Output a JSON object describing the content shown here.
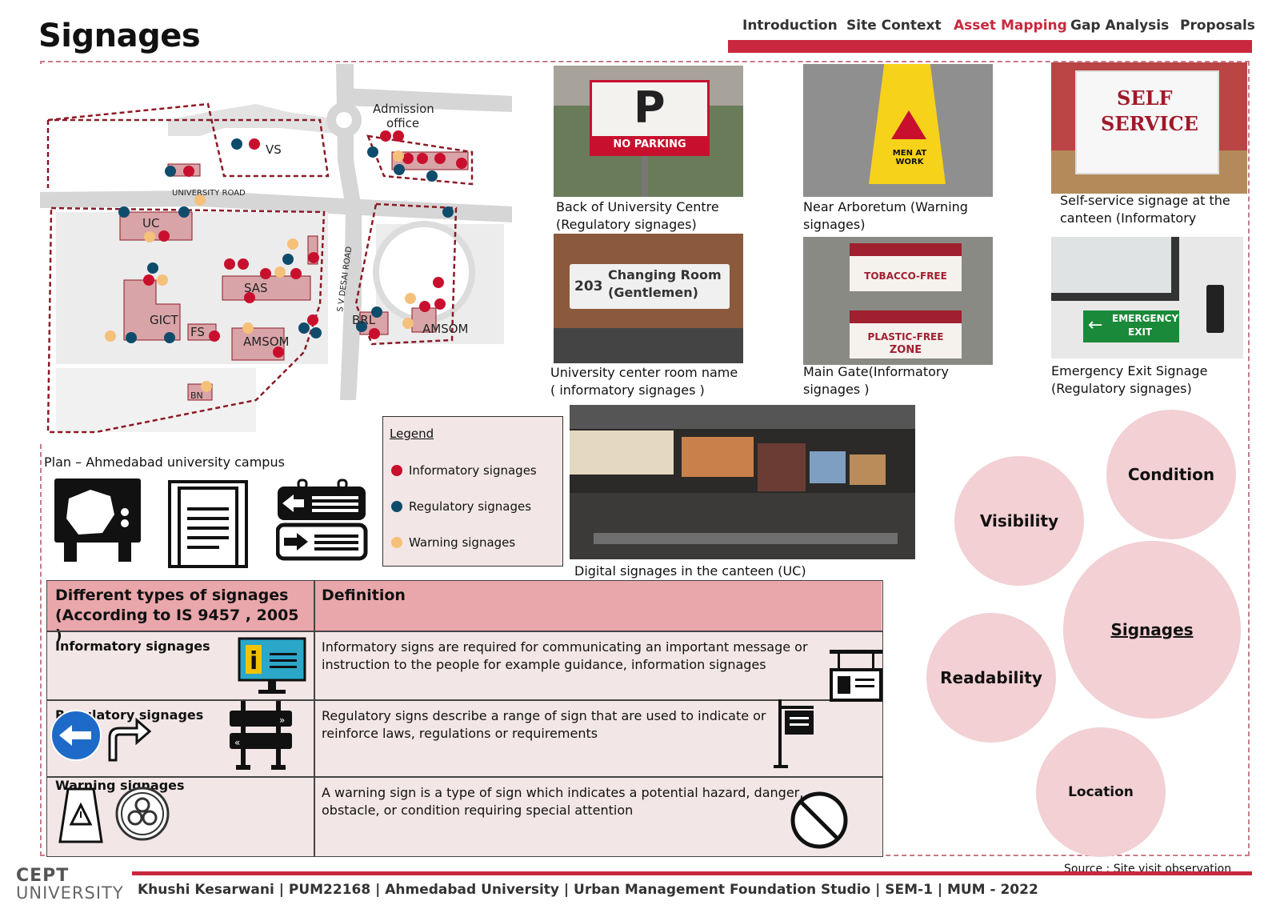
{
  "title": "Signages",
  "nav": [
    {
      "label": "Introduction",
      "active": false
    },
    {
      "label": "Site Context",
      "active": false
    },
    {
      "label": "Asset Mapping",
      "active": true
    },
    {
      "label": "Gap Analysis",
      "active": false
    },
    {
      "label": "Proposals",
      "active": false
    }
  ],
  "map": {
    "caption": "Plan – Ahmedabad university campus",
    "labels": {
      "admission": "Admission",
      "office": "office",
      "vs": "VS",
      "university_road": "UNIVERSITY ROAD",
      "uc": "UC",
      "sas": "SAS",
      "gict": "GICT",
      "fs": "FS",
      "amsom1": "AMSOM",
      "amsom2": "AMSOM",
      "brl": "BRL",
      "bn": "BN",
      "sv_desai": "S V DESAI ROAD"
    }
  },
  "photos": [
    {
      "caption1": "Back of University Centre",
      "caption2": "(Regulatory signages)",
      "sign_text1": "P",
      "sign_text2": "NO PARKING"
    },
    {
      "caption1": "Near Arboretum (Warning",
      "caption2": " signages)",
      "sign_text1": "MEN AT WORK"
    },
    {
      "caption1": "Self-service signage at the",
      "caption2": "canteen (Informatory",
      "sign_text1": "SELF",
      "sign_text2": "SERVICE"
    },
    {
      "caption1": "University center room name",
      "caption2": "( informatory signages )",
      "sign_text1": "203",
      "sign_text2": "Changing Room",
      "sign_text3": "(Gentlemen)"
    },
    {
      "caption1": "Main Gate(Informatory",
      "caption2": " signages )",
      "sign_text1": "TOBACCO-FREE",
      "sign_text2": "PLASTIC-FREE",
      "sign_text3": "ZONE"
    },
    {
      "caption1": "Emergency Exit Signage",
      "caption2": "(Regulatory signages)",
      "sign_text1": "EMERGENCY",
      "sign_text2": "EXIT"
    },
    {
      "caption1": "Digital signages in the canteen (UC)"
    }
  ],
  "legend": {
    "title": "Legend",
    "items": [
      {
        "label": "Informatory signages",
        "color": "#c8102e"
      },
      {
        "label": "Regulatory signages",
        "color": "#0f4c6b"
      },
      {
        "label": "Warning signages",
        "color": "#f5c07a"
      }
    ]
  },
  "table": {
    "head1a": "Different types of signages",
    "head1b": "(According to IS 9457 , 2005 )",
    "head2": "Definition",
    "rows": [
      {
        "name": "Informatory signages",
        "def1": "Informatory signs are required for communicating an important message or",
        "def2": "instruction to the people for example  guidance, information signages"
      },
      {
        "name": "Regulatory signages",
        "def1": "Regulatory signs describe a range of sign that are used to indicate or",
        "def2": "reinforce laws, regulations or requirements"
      },
      {
        "name": "Warning signages",
        "def1": "A warning sign is a type of sign which indicates a potential hazard, danger,",
        "def2": "obstacle, or condition requiring special attention"
      }
    ]
  },
  "bubbles": {
    "condition": "Condition",
    "visibility": "Visibility",
    "signages": "Signages",
    "readability": "Readability",
    "location": "Location"
  },
  "colors": {
    "accent": "#c9283e",
    "bubble": "#f2d0d3",
    "table_head": "#e9a7ab",
    "table_bg": "#f2e6e6"
  },
  "source": "Source : Site visit observation",
  "footer": "Khushi Kesarwani | PUM22168  | Ahmedabad University  | Urban Management Foundation Studio  |  SEM-1  | MUM - 2022",
  "logo": {
    "line1": "CEPT",
    "line2": "UNIVERSITY"
  }
}
